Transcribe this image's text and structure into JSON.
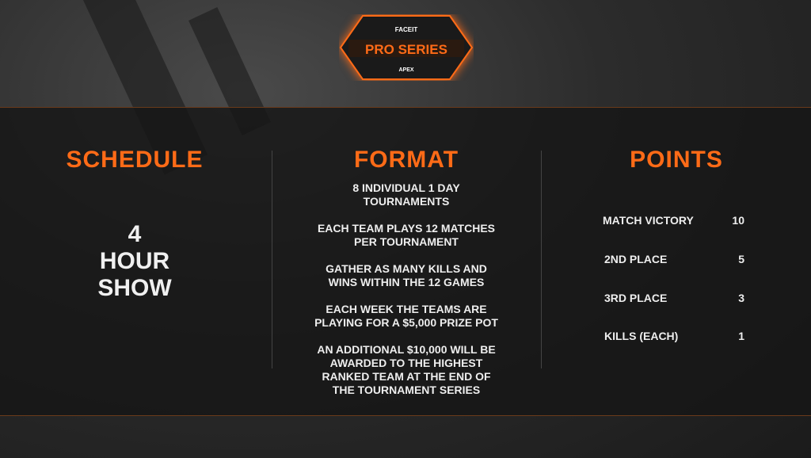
{
  "logo": {
    "top": "FACEIT",
    "main": "PRO SERIES",
    "bottom": "APEX"
  },
  "schedule": {
    "title": "SCHEDULE",
    "lines": [
      "4",
      "HOUR",
      "SHOW"
    ]
  },
  "format": {
    "title": "FORMAT",
    "items": [
      [
        "8 INDIVIDUAL 1 DAY",
        "TOURNAMENTS"
      ],
      [
        "EACH TEAM PLAYS 12 MATCHES",
        "PER TOURNAMENT"
      ],
      [
        "GATHER AS MANY KILLS AND",
        "WINS WITHIN THE 12 GAMES"
      ],
      [
        "EACH WEEK THE TEAMS ARE",
        "PLAYING FOR A $5,000 PRIZE POT"
      ],
      [
        "AN ADDITIONAL $10,000 WILL BE",
        "AWARDED TO THE HIGHEST",
        "RANKED TEAM AT THE END OF",
        "THE TOURNAMENT SERIES"
      ]
    ]
  },
  "points": {
    "title": "POINTS",
    "rows": [
      {
        "label": "MATCH VICTORY",
        "value": "10"
      },
      {
        "label": "2ND PLACE",
        "value": "5"
      },
      {
        "label": "3RD PLACE",
        "value": "3"
      },
      {
        "label": "KILLS (EACH)",
        "value": "1"
      }
    ]
  },
  "colors": {
    "accent": "#ff6b17"
  }
}
